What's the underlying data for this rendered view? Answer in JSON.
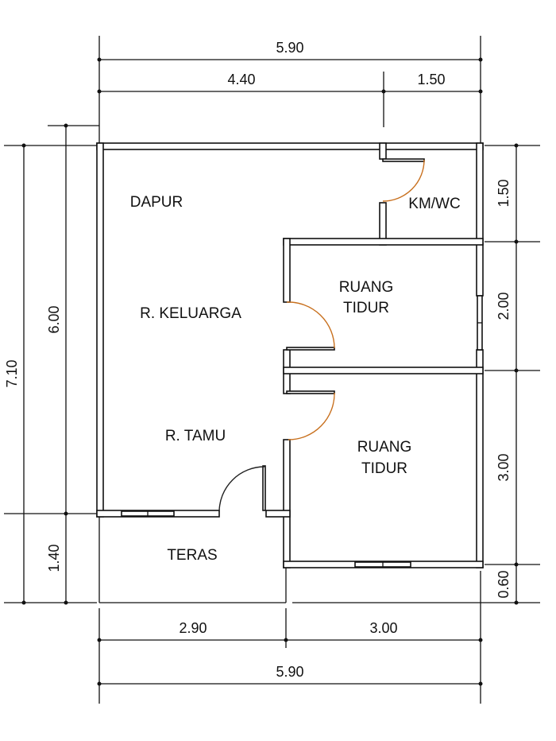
{
  "rooms": {
    "dapur": "DAPUR",
    "km_wc": "KM/WC",
    "keluarga": "R. KELUARGA",
    "tidur1_line1": "RUANG",
    "tidur1_line2": "TIDUR",
    "tamu": "R. TAMU",
    "tidur2_line1": "RUANG",
    "tidur2_line2": "TIDUR",
    "teras": "TERAS"
  },
  "dimensions": {
    "top_total": "5.90",
    "top_left": "4.40",
    "top_right": "1.50",
    "bottom_left": "2.90",
    "bottom_right": "3.00",
    "bottom_total": "5.90",
    "right_1": "1.50",
    "right_2": "2.00",
    "right_3": "3.00",
    "right_4": "0.60",
    "left_total": "7.10",
    "left_upper": "6.00",
    "left_lower": "1.40"
  },
  "colors": {
    "door_swing": "#c8701e",
    "line": "#111111"
  }
}
